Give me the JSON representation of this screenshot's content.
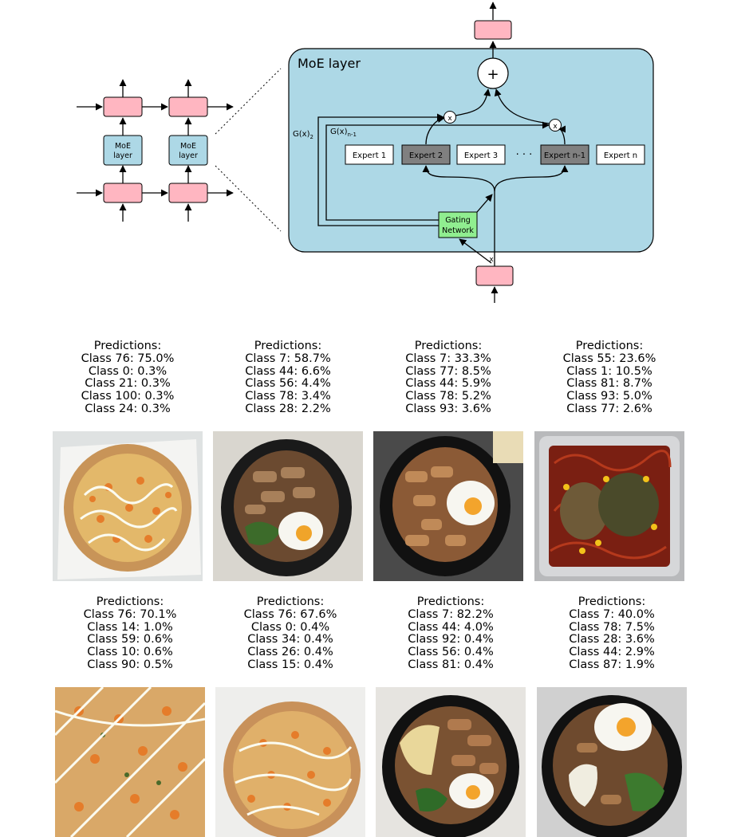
{
  "diagram": {
    "moe_title": "MoE layer",
    "small_moe_label_line1": "MoE",
    "small_moe_label_line2": "layer",
    "plus_symbol": "+",
    "mult_symbol": "x",
    "gate_label_2": "G(x)",
    "gate_label_2_sub": "2",
    "gate_label_n1": "G(x)",
    "gate_label_n1_sub": "n-1",
    "ellipsis": "· · ·",
    "gating_line1": "Gating",
    "gating_line2": "Network",
    "experts": [
      {
        "label": "Expert 1",
        "active": false
      },
      {
        "label": "Expert 2",
        "active": true
      },
      {
        "label": "Expert 3",
        "active": false
      },
      {
        "label": "Expert n-1",
        "active": true
      },
      {
        "label": "Expert n",
        "active": false
      }
    ],
    "colors": {
      "moe_panel": "#add8e6",
      "token_box": "#ffb6c1",
      "gating": "#90ee90",
      "active_expert": "#808080"
    }
  },
  "predictions": [
    {
      "header": "Predictions:",
      "lines": [
        "Class 76: 75.0%",
        "Class 0: 0.3%",
        "Class 21: 0.3%",
        "Class 100: 0.3%",
        "Class 24: 0.3%"
      ],
      "photo": "pizza-photo"
    },
    {
      "header": "Predictions:",
      "lines": [
        "Class 7: 58.7%",
        "Class 44: 6.6%",
        "Class 56: 4.4%",
        "Class 78: 3.4%",
        "Class 28: 2.2%"
      ],
      "photo": "rice-bowl-photo"
    },
    {
      "header": "Predictions:",
      "lines": [
        "Class 7: 33.3%",
        "Class 77: 8.5%",
        "Class 44: 5.9%",
        "Class 78: 5.2%",
        "Class 93: 3.6%"
      ],
      "photo": "rice-bowl-photo"
    },
    {
      "header": "Predictions:",
      "lines": [
        "Class 55: 23.6%",
        "Class 1: 10.5%",
        "Class 81: 8.7%",
        "Class 93: 5.0%",
        "Class 77: 2.6%"
      ],
      "photo": "pasta-tray-photo"
    },
    {
      "header": "Predictions:",
      "lines": [
        "Class 76: 70.1%",
        "Class 14: 1.0%",
        "Class 59: 0.6%",
        "Class 10: 0.6%",
        "Class 90: 0.5%"
      ],
      "photo": "pizza-photo"
    },
    {
      "header": "Predictions:",
      "lines": [
        "Class 76: 67.6%",
        "Class 0: 0.4%",
        "Class 34: 0.4%",
        "Class 26: 0.4%",
        "Class 15: 0.4%"
      ],
      "photo": "pizza-photo"
    },
    {
      "header": "Predictions:",
      "lines": [
        "Class 7: 82.2%",
        "Class 44: 4.0%",
        "Class 92: 0.4%",
        "Class 56: 0.4%",
        "Class 81: 0.4%"
      ],
      "photo": "rice-bowl-photo"
    },
    {
      "header": "Predictions:",
      "lines": [
        "Class 7: 40.0%",
        "Class 78: 7.5%",
        "Class 28: 3.6%",
        "Class 44: 2.9%",
        "Class 87: 1.9%"
      ],
      "photo": "rice-bowl-photo"
    }
  ]
}
